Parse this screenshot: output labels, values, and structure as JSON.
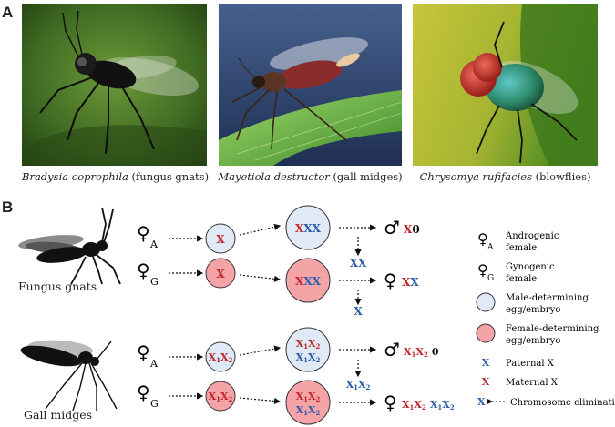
{
  "panel_a": {
    "letter": "A",
    "photos": [
      {
        "species": "Bradysia coprophila",
        "common": " (fungus gnats)"
      },
      {
        "species": "Mayetiola destructor",
        "common": " (gall midges)"
      },
      {
        "species": "Chrysomya rufifacies",
        "common": " (blowflies)"
      }
    ]
  },
  "panel_b": {
    "letter": "B",
    "groups": [
      {
        "name": "Fungus gnats"
      },
      {
        "name": "Gall midges"
      }
    ],
    "female_symbol": "♀",
    "male_symbol": "♂",
    "sub_a": "A",
    "sub_g": "G",
    "fungus": {
      "egg_label": "X",
      "embryo_label_red": "X",
      "embryo_label_blue": "XX",
      "elim_top": "XX",
      "elim_bottom": "X",
      "male_result_red": "X",
      "male_result_black": "0",
      "female_result_red": "X",
      "female_result_blue": "X"
    },
    "midges": {
      "x1": "X",
      "x2": "X",
      "sub1": "1",
      "sub2": "2",
      "male_tail": "0"
    },
    "colors": {
      "maternal": "#c0282d",
      "paternal": "#2d5da8",
      "male_fill": "#dfeaf6",
      "female_fill": "#f4a3a6"
    }
  },
  "legend": {
    "androgenic": {
      "sub": "A",
      "text1": "Androgenic",
      "text2": "female"
    },
    "gynogenic": {
      "sub": "G",
      "text1": "Gynogenic",
      "text2": "female"
    },
    "male_det": {
      "text1": "Male-determining",
      "text2": "egg/embryo"
    },
    "female_det": {
      "text1": "Female-determining",
      "text2": "egg/embryo"
    },
    "paternal": {
      "glyph": "X",
      "text": "Paternal X"
    },
    "maternal": {
      "glyph": "X",
      "text": "Maternal X"
    },
    "elimination": {
      "glyph": "X",
      "text": "Chromosome elimination"
    }
  }
}
